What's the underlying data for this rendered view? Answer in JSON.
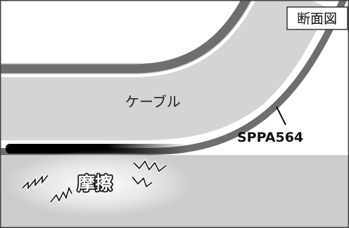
{
  "diagram": {
    "view_label": "断面図",
    "cable_label": "ケーブル",
    "product_label": "SPPA564",
    "friction_label": "摩擦"
  },
  "colors": {
    "background": "#ffffff",
    "cable": "#d4d4d4",
    "dark_band": "#6e6e6e",
    "surface": "#cccccc",
    "outline": "#111111"
  }
}
